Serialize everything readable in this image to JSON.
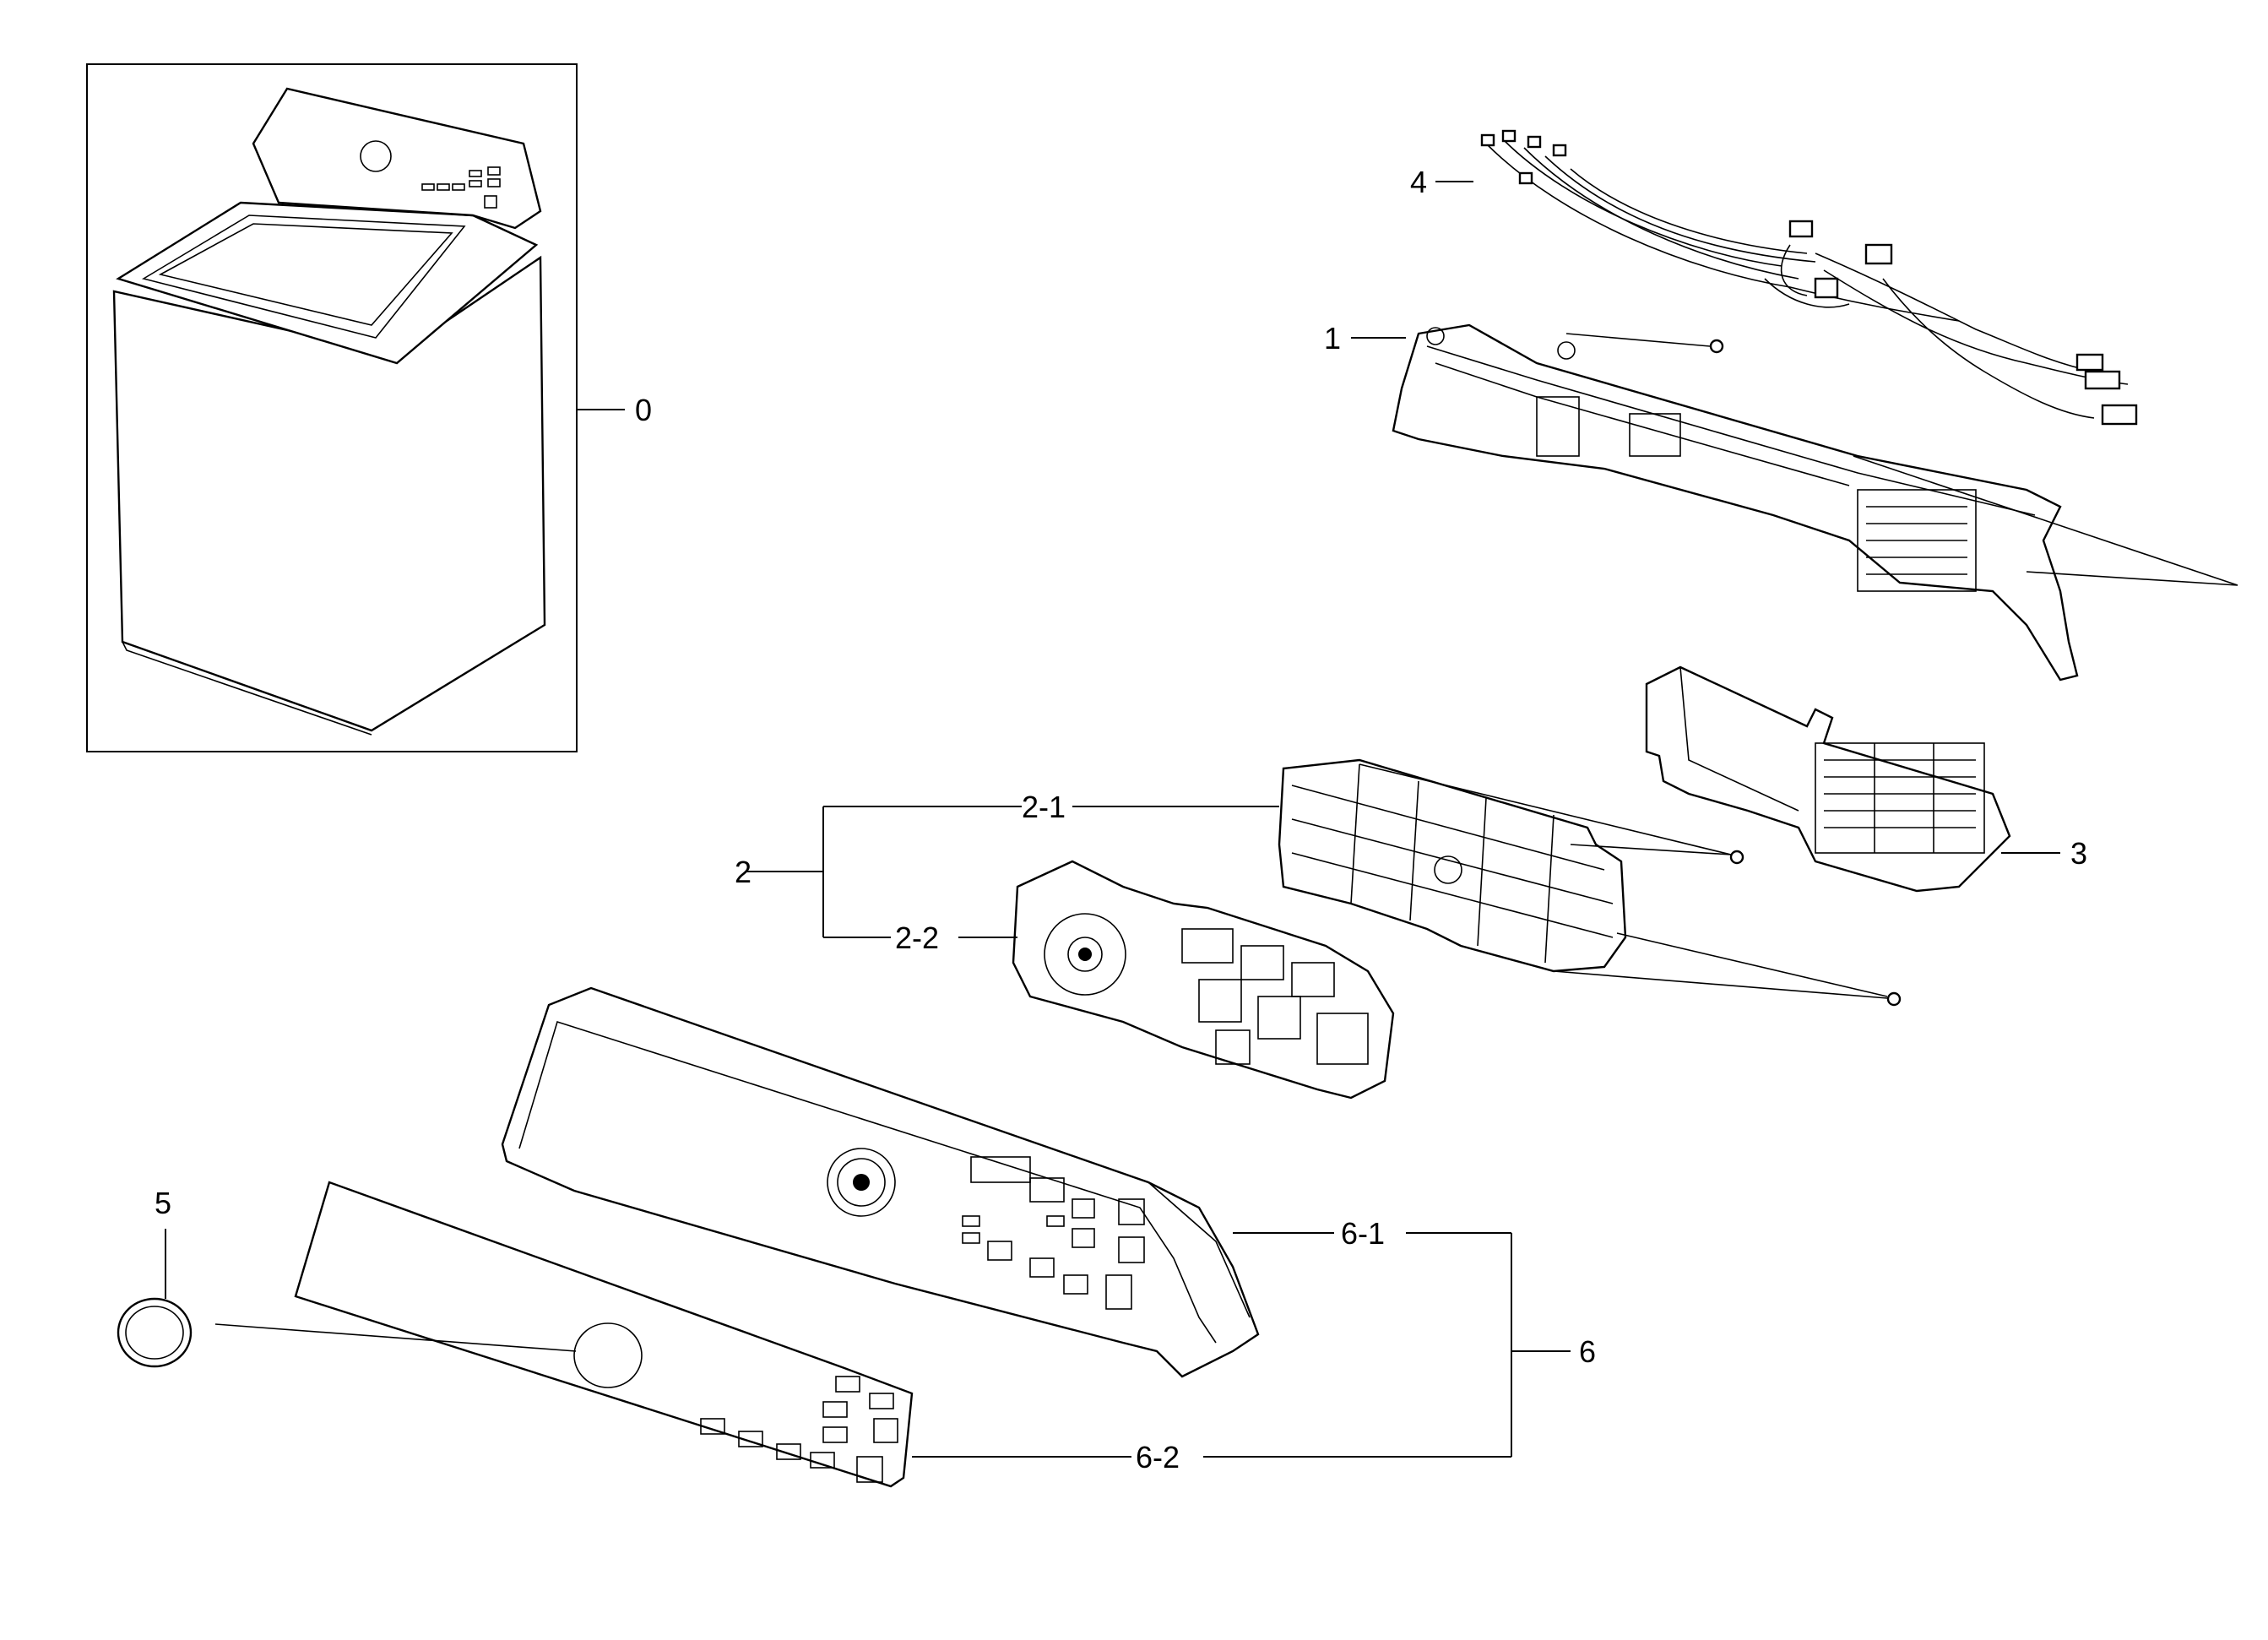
{
  "callouts": {
    "c0": "0",
    "c1": "1",
    "c2": "2",
    "c2_1": "2-1",
    "c2_2": "2-2",
    "c3": "3",
    "c4": "4",
    "c5": "5",
    "c6": "6",
    "c6_1": "6-1",
    "c6_2": "6-2"
  }
}
